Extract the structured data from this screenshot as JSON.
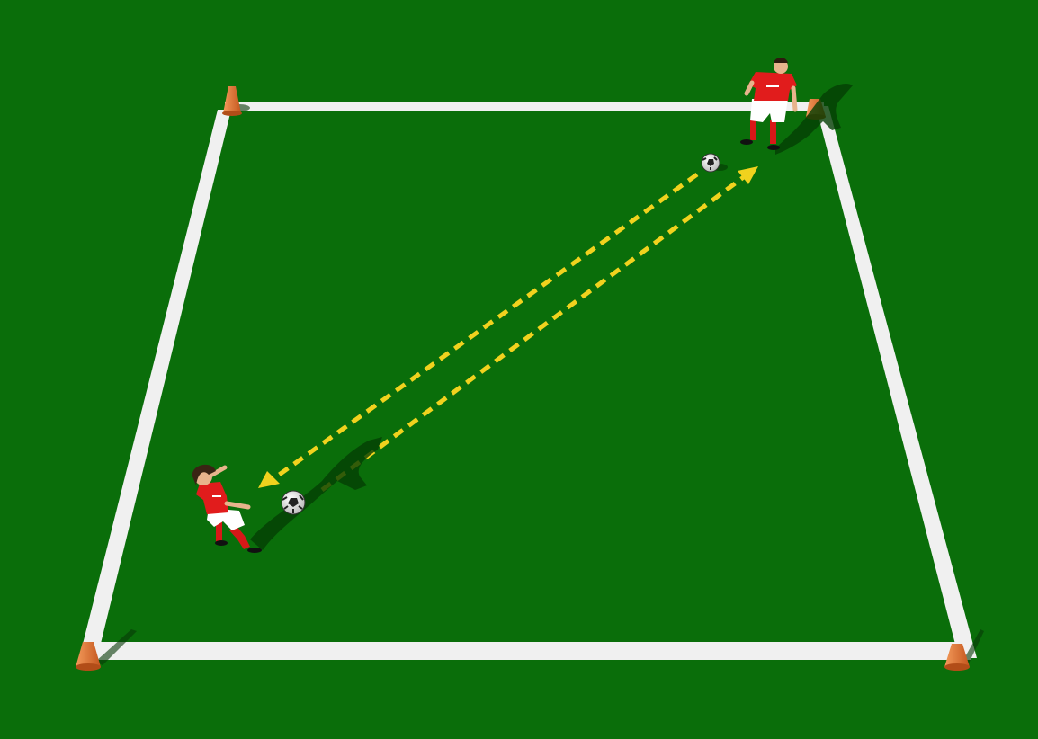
{
  "drill": {
    "title": "",
    "colors": {
      "pitch": "#0a6e0a",
      "line": "#f2f2f2",
      "cone": "#e0702c",
      "arrow": "#f0d21e",
      "shirt": "#e11c1c",
      "shorts": "#ffffff",
      "skin": "#e8b48c"
    },
    "elements": {
      "cones": [
        "cone-top-left",
        "cone-top-right",
        "cone-bottom-left",
        "cone-bottom-right"
      ],
      "players": [
        "player-receiver",
        "player-passer"
      ],
      "balls": [
        "ball-near-receiver",
        "ball-near-passer"
      ],
      "passes": [
        "pass-arrow-outgoing",
        "pass-arrow-return"
      ]
    }
  }
}
